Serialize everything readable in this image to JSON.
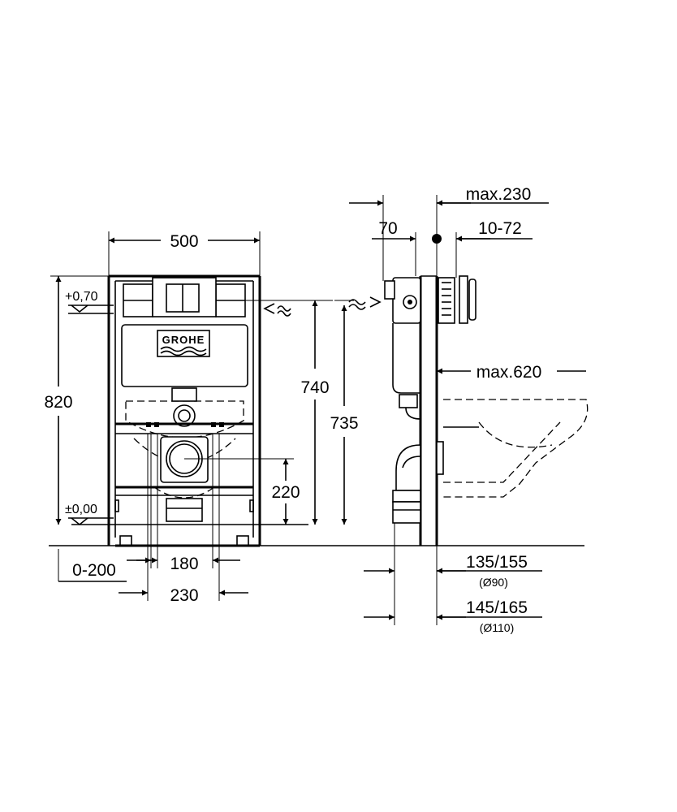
{
  "front_view": {
    "width_label": "500",
    "height_label": "820",
    "level_top": "+0,70",
    "level_bottom": "±0,00",
    "inlet_height_a": "740",
    "inlet_height_b": "735",
    "outlet_height": "220",
    "offset_range": "0-200",
    "bolt_spacing_a": "180",
    "bolt_spacing_b": "230",
    "brand_logo": "GROHE"
  },
  "side_view": {
    "max_depth": "max.230",
    "depth_70": "70",
    "range_10_72": "10-72",
    "max_620": "max.620",
    "pipe_a": "135/155",
    "pipe_a_dia": "(Ø90)",
    "pipe_b": "145/165",
    "pipe_b_dia": "(Ø110)"
  }
}
